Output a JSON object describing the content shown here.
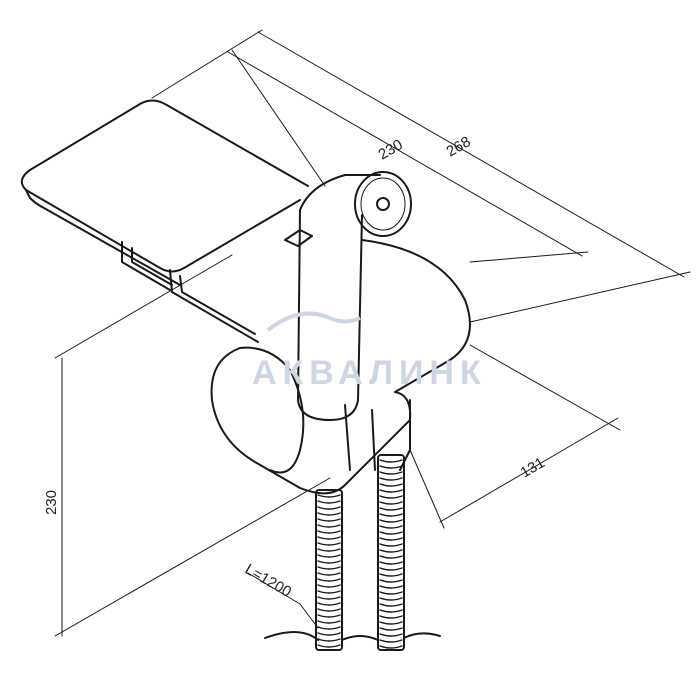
{
  "watermark": {
    "brand": "АКВАЛИНК",
    "color": "#cdd6e2"
  },
  "dimensions": {
    "shelf_width": "230",
    "total_width": "268",
    "depth": "131",
    "height": "230",
    "hose_length": "L=1200"
  },
  "colors": {
    "line": "#1a1a1a",
    "background": "#ffffff"
  }
}
